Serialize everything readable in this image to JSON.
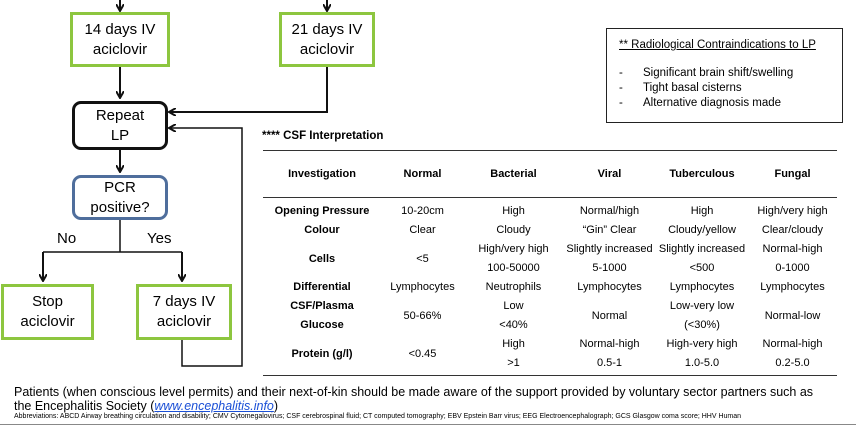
{
  "flowchart": {
    "box_14_days": [
      "14 days IV",
      "aciclovir"
    ],
    "box_21_days": [
      "21 days IV",
      "aciclovir"
    ],
    "repeat_lp": [
      "Repeat",
      "LP"
    ],
    "pcr_positive": [
      "PCR",
      "positive?"
    ],
    "no_label": "No",
    "yes_label": "Yes",
    "stop_aciclovir": [
      "Stop",
      "aciclovir"
    ],
    "box_7_days": [
      "7 days IV",
      "aciclovir"
    ],
    "colors": {
      "green": "#8dc63f",
      "blue": "#4f6e9c",
      "black": "#111111"
    }
  },
  "contraindications": {
    "title": "** Radiological Contraindications to LP",
    "items": [
      "Significant brain shift/swelling",
      "Tight basal cisterns",
      "Alternative diagnosis made"
    ]
  },
  "csf_table": {
    "title": "**** CSF Interpretation",
    "headers": [
      "Investigation",
      "Normal",
      "Bacterial",
      "Viral",
      "Tuberculous",
      "Fungal"
    ],
    "rows": [
      {
        "label": "Opening Pressure",
        "cells": [
          "10-20cm",
          "High",
          "Normal/high",
          "High",
          "High/very high"
        ]
      },
      {
        "label": "Colour",
        "cells": [
          "Clear",
          "Cloudy",
          "“Gin” Clear",
          "Cloudy/yellow",
          "Clear/cloudy"
        ]
      },
      {
        "label": "Cells",
        "cells": [
          "<5",
          "High/very high 100-50000",
          "Slightly increased 5-1000",
          "Slightly increased <500",
          "Normal-high 0-1000"
        ]
      },
      {
        "label": "Differential",
        "cells": [
          "Lymphocytes",
          "Neutrophils",
          "Lymphocytes",
          "Lymphocytes",
          "Lymphocytes"
        ]
      },
      {
        "label": "CSF/Plasma Glucose",
        "cells": [
          "50-66%",
          "Low <40%",
          "Normal",
          "Low-very low (<30%)",
          "Normal-low"
        ]
      },
      {
        "label": "Protein (g/l)",
        "cells": [
          "<0.45",
          "High >1",
          "Normal-high 0.5-1",
          "High-very high 1.0-5.0",
          "Normal-high 0.2-5.0"
        ]
      }
    ]
  },
  "footer": {
    "text_line1": "Patients (when conscious level permits) and their next-of-kin should be made aware of the support provided by voluntary sector partners such as",
    "text_line2_prefix": "the Encephalitis Society (",
    "link_text": "www.encephalitis.info",
    "text_line2_suffix": ")",
    "abbreviations": "Abbreviations: ABCD Airway breathing circulation and disability; CMV Cytomegalovirus; CSF cerebrospinal fluid; CT computed tomography; EBV Epstein Barr virus; EEG Electroencephalograph; GCS Glasgow coma score; HHV Human"
  }
}
